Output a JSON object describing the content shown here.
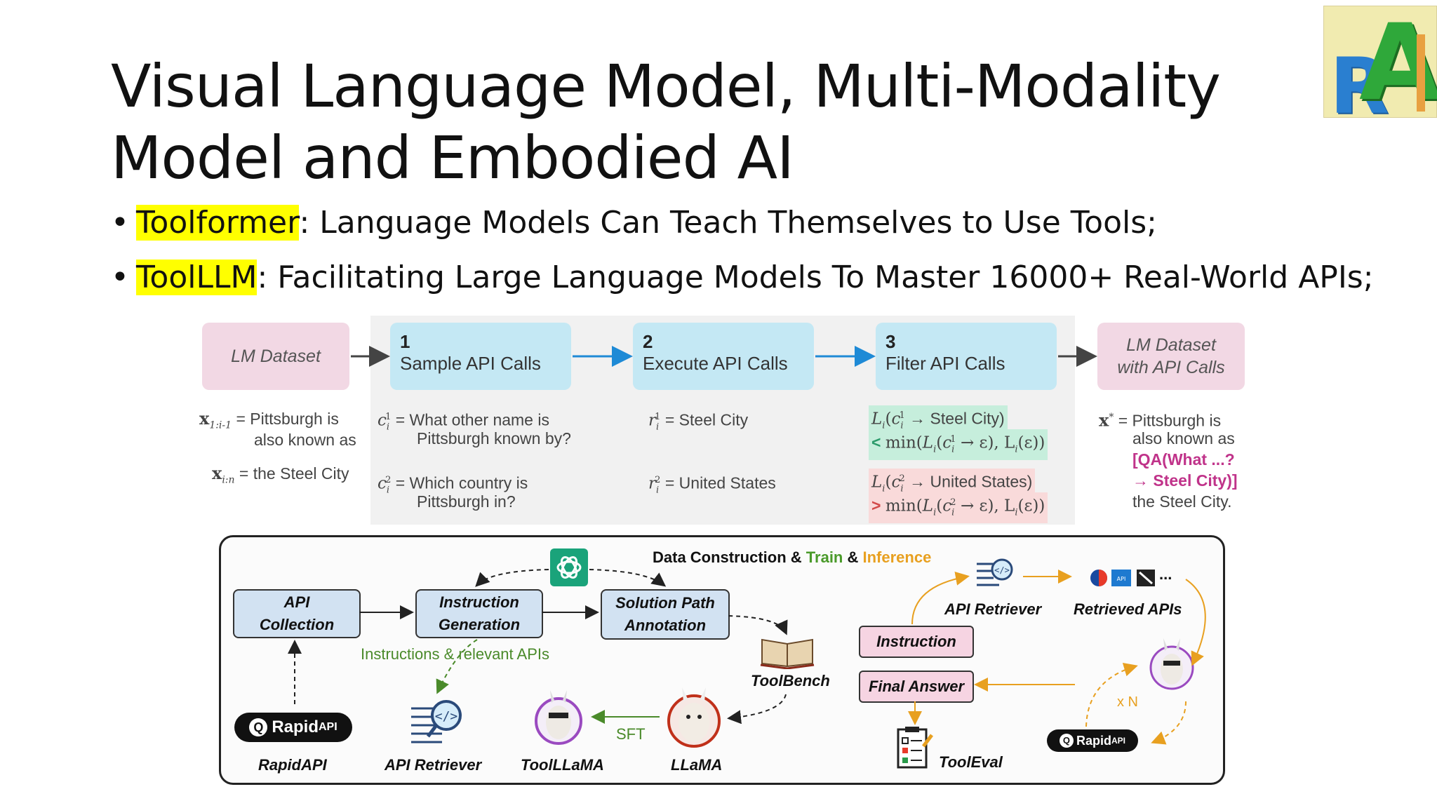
{
  "slide": {
    "title_line1": "Visual Language Model, Multi-Modality",
    "title_line2": "Model and Embodied AI",
    "bullets": [
      {
        "highlight": "Toolformer",
        "rest": ": Language Models Can Teach Themselves to Use Tools;"
      },
      {
        "highlight": "ToolLLM",
        "rest": ": Facilitating Large Language Models To Master 16000+ Real-World APIs;"
      }
    ],
    "logo": {
      "letters": [
        "R",
        "A"
      ]
    }
  },
  "toolformer": {
    "lm_dataset": "LM Dataset",
    "step1": {
      "num": "1",
      "label": "Sample API Calls"
    },
    "step2": {
      "num": "2",
      "label": "Execute API Calls"
    },
    "step3": {
      "num": "3",
      "label": "Filter API Calls"
    },
    "lm_dataset_api_line1": "LM Dataset",
    "lm_dataset_api_line2": "with API Calls",
    "x_prefix": {
      "sym": "x",
      "sub": "1:i-1",
      "text1": "= Pittsburgh is",
      "text2": "also known as"
    },
    "x_suffix": {
      "sym": "x",
      "sub": "i:n",
      "text": "= the Steel City"
    },
    "c1": {
      "text1": "= What other name is",
      "text2": "Pittsburgh known by?"
    },
    "c2": {
      "text1": "= Which country is",
      "text2": "Pittsburgh in?"
    },
    "r1": "= Steel City",
    "r2": "= United States",
    "f1_top": "→ Steel City)",
    "f1_bottom": "→ ε), L",
    "f2_top": "→ United States)",
    "f2_bottom": "→ ε), L",
    "xstar": {
      "text1": "= Pittsburgh is",
      "text2": "also known as",
      "api1": "[QA(What ...?",
      "api2": "→ Steel City)]",
      "end": "the Steel City."
    }
  },
  "toolllm": {
    "header_a": "Data Construction & ",
    "header_train": "Train",
    "header_amp": " & ",
    "header_inference": "Inference",
    "api_collection_1": "API",
    "api_collection_2": "Collection",
    "instr_gen_1": "Instruction",
    "instr_gen_2": "Generation",
    "sol_path_1": "Solution Path",
    "sol_path_2": "Annotation",
    "instructions_relevant": "Instructions & relevant APIs",
    "toolbench": "ToolBench",
    "rapidapi_logo": "Rapid",
    "rapidapi_logo_suffix": "API",
    "rapidapi": "RapidAPI",
    "api_retriever": "API Retriever",
    "toolllama": "ToolLLaMA",
    "llama": "LLaMA",
    "sft": "SFT",
    "api_retriever_right": "API Retriever",
    "retrieved_apis": "Retrieved APIs",
    "instruction": "Instruction",
    "final_answer": "Final Answer",
    "toolevaL": "ToolEval",
    "xn": "x N",
    "rapid_small": "Rapid",
    "rapid_small_suffix": "API",
    "ellipsis": "..."
  },
  "colors": {
    "highlight": "#ffff00",
    "train": "#4a9a2a",
    "inference": "#e8a020",
    "orange_arrow": "#e8a020",
    "green_arrow": "#4a8a2a",
    "blue_arrow": "#1e8ad6",
    "magenta": "#c0338a"
  }
}
